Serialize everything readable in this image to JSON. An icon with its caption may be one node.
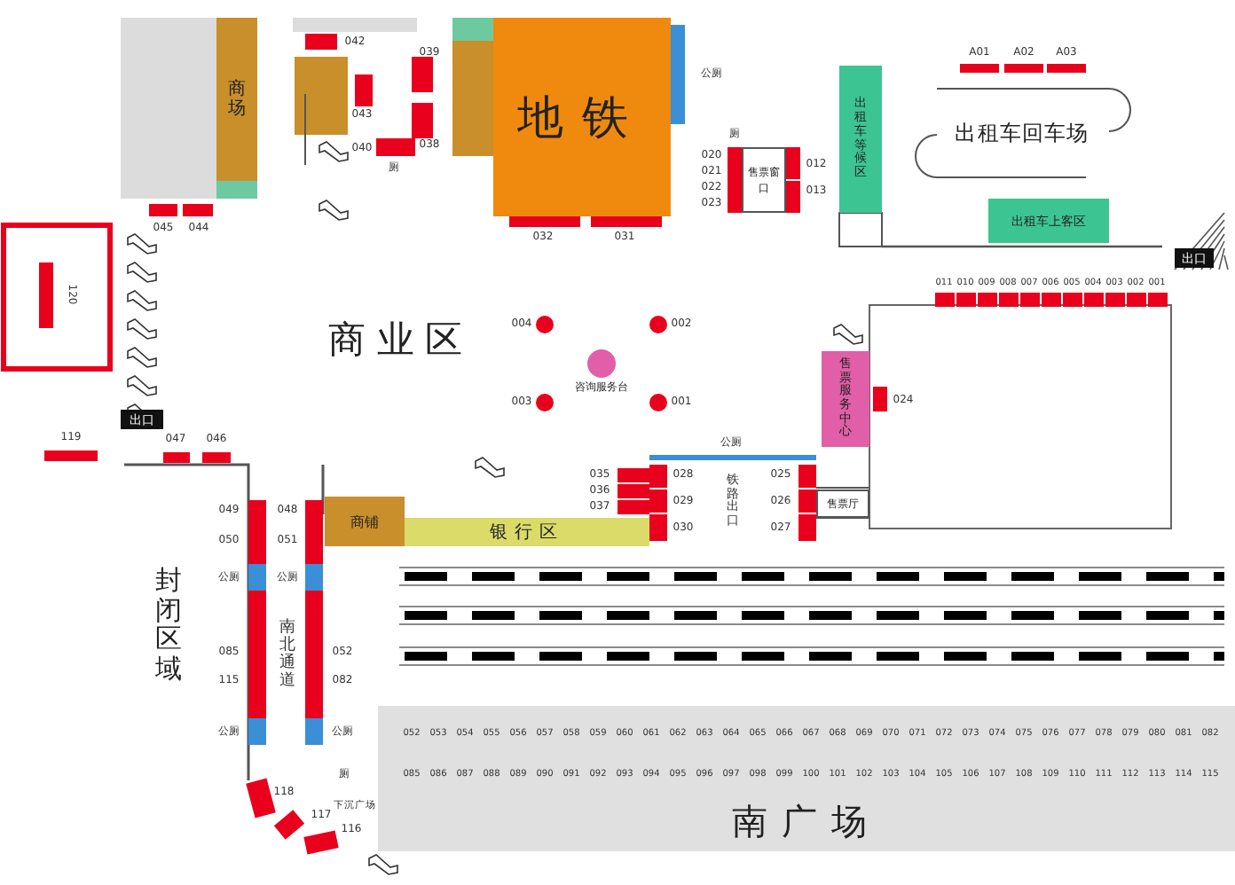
{
  "diagram": {
    "nodes": [
      {
        "text": [
          "商场"
        ]
      },
      {
        "text": [
          "地铁"
        ]
      },
      {
        "text": [
          "售票窗口"
        ]
      },
      {
        "text": [
          "出租车等候区"
        ]
      },
      {
        "text": [
          "出租车上客区"
        ]
      },
      {
        "text": [
          "出口"
        ]
      },
      {
        "text": [
          "咨询服务台"
        ]
      },
      {
        "text": [
          "售票服务中心"
        ]
      },
      {
        "text": [
          "出口"
        ]
      },
      {
        "text": [
          "售票厅"
        ]
      },
      {
        "text": [
          "商铺"
        ]
      },
      {
        "text": [
          "银行区"
        ]
      },
      {
        "text": [
          "南广场"
        ]
      }
    ],
    "edges": [],
    "labels": [
      "042",
      "039",
      "043",
      "038",
      "040",
      "厕",
      "公厕",
      "032",
      "031",
      "厕",
      "020",
      "021",
      "022",
      "023",
      "012",
      "013",
      "A01",
      "A02",
      "A03",
      "出租车回车场",
      "045",
      "044",
      "120",
      "119",
      "047",
      "046",
      "商业区",
      "004",
      "002",
      "003",
      "001",
      "011",
      "010",
      "009",
      "008",
      "007",
      "006",
      "005",
      "004",
      "003",
      "002",
      "001",
      "024",
      "公厕",
      "035",
      "036",
      "037",
      "028",
      "029",
      "030",
      "铁路出口",
      "025",
      "026",
      "027",
      "封闭区域",
      "049",
      "050",
      "公厕",
      "085",
      "115",
      "公厕",
      "048",
      "051",
      "公厕",
      "南北通道",
      "052",
      "082",
      "公厕",
      "118",
      "117",
      "116",
      "厕",
      "下沉广场",
      "052",
      "053",
      "054",
      "055",
      "056",
      "057",
      "058",
      "059",
      "060",
      "061",
      "062",
      "063",
      "064",
      "065",
      "066",
      "067",
      "068",
      "069",
      "070",
      "071",
      "072",
      "073",
      "074",
      "075",
      "076",
      "077",
      "078",
      "079",
      "080",
      "081",
      "082",
      "085",
      "086",
      "087",
      "088",
      "089",
      "090",
      "091",
      "092",
      "093",
      "094",
      "095",
      "096",
      "097",
      "098",
      "099",
      "100",
      "101",
      "102",
      "103",
      "104",
      "105",
      "106",
      "107",
      "108",
      "109",
      "110",
      "111",
      "112",
      "113",
      "114",
      "115"
    ]
  }
}
